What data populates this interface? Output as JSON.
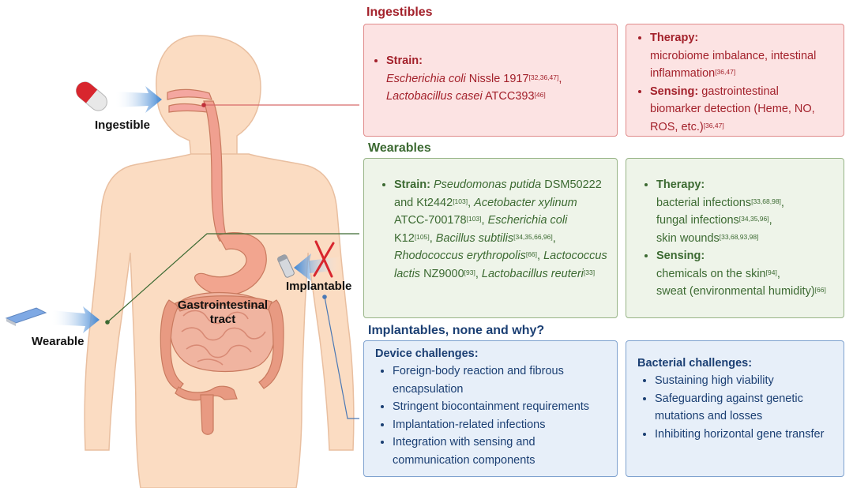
{
  "figure": {
    "labels": {
      "ingestible": "Ingestible",
      "wearable": "Wearable",
      "implantable": "Implantable",
      "gi_line1": "Gastrointestinal",
      "gi_line2": "tract"
    }
  },
  "colors": {
    "ingestibles": "#a3212b",
    "wearables": "#3c6a32",
    "implantables": "#1b3f73",
    "skin": "#fbdcc2",
    "arrow": "#4b8fd6"
  },
  "sections": {
    "ingestibles": {
      "title": "Ingestibles",
      "left": {
        "strain_label": "Strain:",
        "strain_org1": "Escherichia coli",
        "strain_text1": " Nissle 1917",
        "strain_ref1": "[32,36,47]",
        "strain_sep1": ",",
        "strain_org2": "Lactobacillus casei",
        "strain_text2": " ATCC393",
        "strain_ref2": "[46]"
      },
      "right": {
        "therapy_label": "Therapy:",
        "therapy_text": "microbiome imbalance, intestinal inflammation",
        "therapy_ref": "[36,47]",
        "sensing_label": "Sensing:",
        "sensing_text": " gastrointestinal biomarker detection (Heme, NO, ROS, etc.)",
        "sensing_ref": "[36,47]"
      }
    },
    "wearables": {
      "title": "Wearables",
      "left": {
        "strain_label": "Strain:",
        "org1": "Pseudomonas putida",
        "text1": " DSM50222 and Kt2442",
        "ref1": "[103]",
        "sep1": ", ",
        "org2": "Acetobacter xylinum",
        "text2": " ATCC-700178",
        "ref2": "[103]",
        "sep2": ", ",
        "org3": "Escherichia coli",
        "text3": " K12",
        "ref3": "[105]",
        "sep3": ", ",
        "org4": "Bacillus subtilis",
        "ref4": "[34,35,66,96]",
        "sep4": ", ",
        "org5": "Rhodococcus erythropolis",
        "ref5": "[66]",
        "sep5": ", ",
        "org6": "Lactococcus lactis",
        "text6": " NZ9000",
        "ref6": "[93]",
        "sep6": ", ",
        "org7": "Lactobacillus reuteri",
        "ref7": "[33]"
      },
      "right": {
        "therapy_label": "Therapy:",
        "t1": "bacterial infections",
        "t1_ref": "[33,68,98]",
        "t2": "fungal infections",
        "t2_ref": "[34,35,96]",
        "t3": "skin wounds",
        "t3_ref": "[33,68,93,98]",
        "sensing_label": "Sensing:",
        "s1": "chemicals on the skin",
        "s1_ref": "[94]",
        "s2": "sweat (environmental humidity)",
        "s2_ref": "[66]",
        "comma": ","
      }
    },
    "implantables": {
      "title": "Implantables, none and why?",
      "device": {
        "heading": "Device challenges:",
        "items": [
          "Foreign-body reaction and fibrous encapsulation",
          "Stringent biocontainment requirements",
          "Implantation-related infections",
          "Integration with sensing and communication components"
        ]
      },
      "bacterial": {
        "heading": "Bacterial challenges:",
        "items": [
          "Sustaining high viability",
          "Safeguarding against genetic mutations and losses",
          "Inhibiting horizontal gene transfer"
        ]
      }
    }
  }
}
